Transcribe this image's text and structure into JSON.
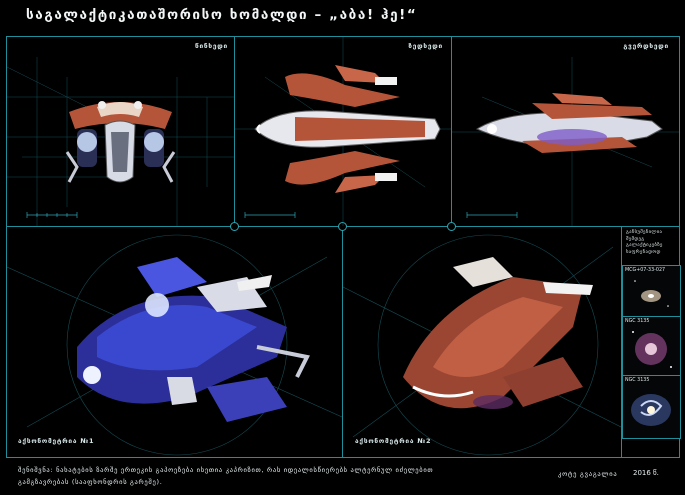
{
  "title": "საგალაქტიკათაშორისო ხომალდი    –  „აბა! ჰე!“",
  "panels": {
    "front": "წინხედი",
    "top": "ზედხედი",
    "side": "გვერდხედი",
    "axo1": "აქსონომეტრია №1",
    "axo2": "აქსონომეტრია №2"
  },
  "sidebar": {
    "heading": "განსუშენილია შემდეგ გალაქტიკებზე საფრენადოდ",
    "galaxies": [
      {
        "name": "MCG+07-33-027"
      },
      {
        "name": "NGC 3135"
      },
      {
        "name": "NGC 3135"
      }
    ]
  },
  "footer": {
    "note": "შენიშვნა: ნახატების ზარშე ერთეკის გაპოეზება ისეთია კაპრიზით, რას იდეალისწიერებს ალტერნულ იძელებით გამგზავრებას (სააფხონდრის გარეშე).",
    "author": "კოტე გვაგალია",
    "year": "2016 წ."
  },
  "colors": {
    "frame": "#1f8f9c",
    "hull_orange": "#b4553a",
    "hull_blue": "#3845c8",
    "glow": "#cfe0ff"
  }
}
